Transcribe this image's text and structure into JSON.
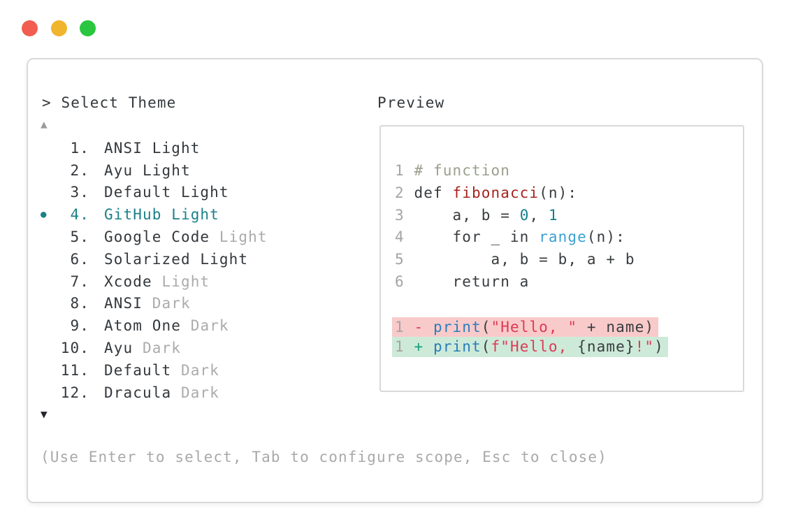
{
  "window": {
    "select_label": "> Select Theme",
    "preview_label": "Preview",
    "footer": "(Use Enter to select, Tab to configure scope, Esc to close)",
    "scroll_up_icon": "▲",
    "scroll_down_icon": "▼"
  },
  "theme_list": {
    "bullet_icon": "●",
    "selected_number": "4.",
    "items": [
      {
        "num": "1.",
        "name": "ANSI Light",
        "suffix": "",
        "selected": false
      },
      {
        "num": "2.",
        "name": "Ayu Light",
        "suffix": "",
        "selected": false
      },
      {
        "num": "3.",
        "name": "Default Light",
        "suffix": "",
        "selected": false
      },
      {
        "num": "4.",
        "name": "GitHub Light",
        "suffix": "",
        "selected": true
      },
      {
        "num": "5.",
        "name": "Google Code",
        "suffix": "Light",
        "selected": false
      },
      {
        "num": "6.",
        "name": "Solarized Light",
        "suffix": "",
        "selected": false
      },
      {
        "num": "7.",
        "name": "Xcode",
        "suffix": "Light",
        "selected": false
      },
      {
        "num": "8.",
        "name": "ANSI",
        "suffix": "Dark",
        "selected": false
      },
      {
        "num": "9.",
        "name": "Atom One",
        "suffix": "Dark",
        "selected": false
      },
      {
        "num": "10.",
        "name": "Ayu",
        "suffix": "Dark",
        "selected": false
      },
      {
        "num": "11.",
        "name": "Default",
        "suffix": "Dark",
        "selected": false
      },
      {
        "num": "12.",
        "name": "Dracula",
        "suffix": "Dark",
        "selected": false
      }
    ]
  },
  "preview": {
    "code_lines": [
      {
        "no": "1",
        "tokens": [
          {
            "t": "# function",
            "c": "comment"
          }
        ]
      },
      {
        "no": "2",
        "tokens": [
          {
            "t": "def ",
            "c": "default"
          },
          {
            "t": "fibonacci",
            "c": "funcname"
          },
          {
            "t": "(n):",
            "c": "default"
          }
        ]
      },
      {
        "no": "3",
        "tokens": [
          {
            "t": "    a, b = ",
            "c": "default"
          },
          {
            "t": "0",
            "c": "number"
          },
          {
            "t": ", ",
            "c": "default"
          },
          {
            "t": "1",
            "c": "number"
          }
        ]
      },
      {
        "no": "4",
        "tokens": [
          {
            "t": "    for _ in ",
            "c": "default"
          },
          {
            "t": "range",
            "c": "range"
          },
          {
            "t": "(n):",
            "c": "default"
          }
        ]
      },
      {
        "no": "5",
        "tokens": [
          {
            "t": "        a, b = b, a + b",
            "c": "default"
          }
        ]
      },
      {
        "no": "6",
        "tokens": [
          {
            "t": "    return a",
            "c": "default"
          }
        ]
      }
    ],
    "diff_lines": [
      {
        "no": "1",
        "kind": "del",
        "tokens": [
          {
            "t": "- ",
            "c": "minus"
          },
          {
            "t": "print",
            "c": "print"
          },
          {
            "t": "(",
            "c": "default"
          },
          {
            "t": "\"Hello, \"",
            "c": "string"
          },
          {
            "t": " + name)",
            "c": "default"
          }
        ]
      },
      {
        "no": "1",
        "kind": "add",
        "tokens": [
          {
            "t": "+ ",
            "c": "plus"
          },
          {
            "t": "print",
            "c": "print"
          },
          {
            "t": "(",
            "c": "default"
          },
          {
            "t": "f\"Hello, ",
            "c": "string"
          },
          {
            "t": "{name}",
            "c": "default"
          },
          {
            "t": "!\"",
            "c": "string"
          },
          {
            "t": ")",
            "c": "default"
          }
        ]
      }
    ]
  },
  "colors": {
    "text_dark": "#34383c",
    "gray_dim": "#ababab",
    "teal": "#1a808a",
    "teal_num": "#13808e",
    "code_text": "#383c3f",
    "gray_lineno": "#a4a4a4",
    "comment": "#9aa08c",
    "funcname": "#a5251e",
    "blue_print": "#2a7db9",
    "blue_range": "#3ba0d4",
    "string": "#dc3a55",
    "minus": "#e0384e",
    "plus": "#18a07c",
    "del_bg": "#f9caca",
    "add_bg": "#cdead9",
    "footer_gray": "#a9a9a9",
    "scroll_up_gray": "#9b9b9b",
    "scroll_down_dark": "#23272b",
    "window_border": "#d9d9d9",
    "tl_red": "#f25d52",
    "tl_yellow": "#f0b42d",
    "tl_green": "#2bc63f"
  }
}
